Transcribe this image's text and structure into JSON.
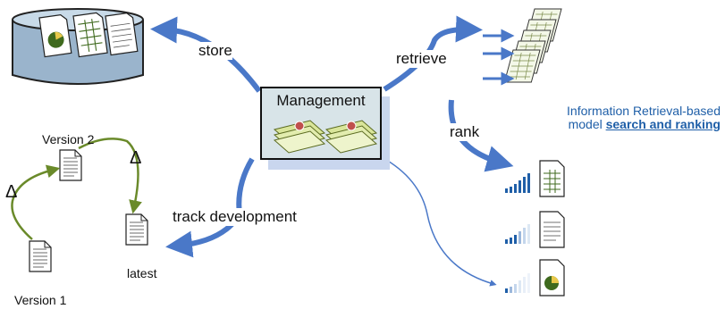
{
  "diagram": {
    "center": {
      "label": "Management"
    },
    "arrows": {
      "store": "store",
      "retrieve": "retrieve",
      "rank": "rank",
      "track": "track development"
    },
    "versions": {
      "v1": "Version 1",
      "v2": "Version 2",
      "latest": "latest",
      "delta": "Δ"
    },
    "ir_caption": {
      "prefix": "Information Retrieval-based",
      "line2_prefix": "model",
      "emphasis": "search and ranking"
    }
  },
  "colors": {
    "arrow_blue": "#4a78c8",
    "arrow_green": "#6a8a2a",
    "caption_blue": "#1f5fa8"
  }
}
